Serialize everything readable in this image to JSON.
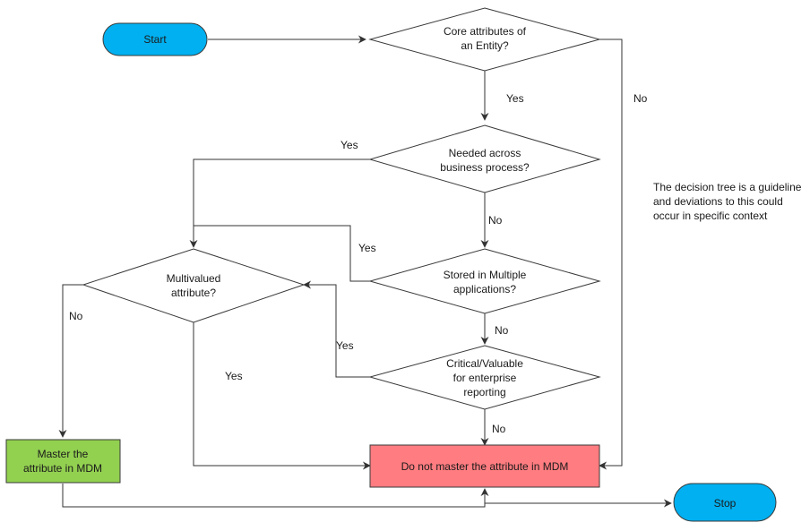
{
  "nodes": {
    "start": "Start",
    "core": [
      "Core attributes of",
      "an Entity?"
    ],
    "needed": [
      "Needed across",
      "business process?"
    ],
    "stored": [
      "Stored in Multiple",
      "applications?"
    ],
    "critical": [
      "Critical/Valuable",
      "for enterprise",
      "reporting"
    ],
    "multivalued": [
      "Multivalued",
      "attribute?"
    ],
    "master": [
      "Master the",
      "attribute in MDM"
    ],
    "donot": "Do not master the attribute in MDM",
    "stop": "Stop"
  },
  "edge_labels": {
    "core_yes": "Yes",
    "core_no": "No",
    "needed_yes": "Yes",
    "needed_no": "No",
    "stored_yes": "Yes",
    "stored_no": "No",
    "critical_yes": "Yes",
    "critical_no": "No",
    "multi_no": "No",
    "multi_yes": "Yes"
  },
  "note": [
    "The decision tree is a guideline",
    "and deviations to this could",
    "occur in specific context"
  ],
  "colors": {
    "terminal_fill": "#00b0f0",
    "master_fill": "#92d050",
    "donot_fill": "#ff7c80",
    "decision_fill": "#ffffff"
  }
}
